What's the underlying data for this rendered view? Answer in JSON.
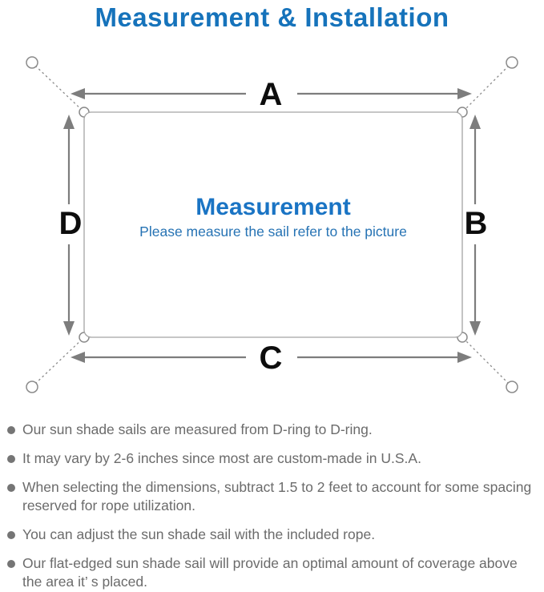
{
  "title": "Measurement & Installation",
  "diagram": {
    "dimension_labels": {
      "top": "A",
      "right": "B",
      "bottom": "C",
      "left": "D"
    },
    "center_title": "Measurement",
    "center_subtitle": "Please measure the sail refer to the picture",
    "colors": {
      "accent_blue": "#1673bb",
      "center_blue": "#1a74c4",
      "line_gray": "#7d7d7d",
      "outline_gray": "#a3a3a3",
      "letter_black": "#0d0d0d"
    }
  },
  "bullets": [
    {
      "text": "Our sun shade sails are measured from D-ring to D-ring."
    },
    {
      "text": "It may vary by 2-6 inches since most are custom-made in U.S.A."
    },
    {
      "text": "When selecting the dimensions, subtract 1.5 to 2 feet to account for some spacing reserved for rope utilization."
    },
    {
      "text": "You can adjust the sun shade sail with the included rope."
    },
    {
      "text": "Our flat-edged sun shade sail will provide an optimal amount of coverage above the area it’ s placed."
    }
  ]
}
